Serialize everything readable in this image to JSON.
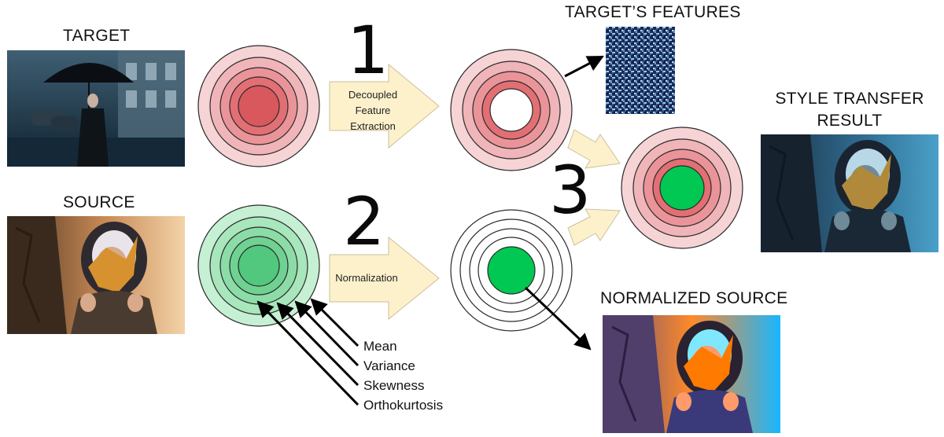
{
  "labels": {
    "target": "TARGET",
    "source": "SOURCE",
    "targets_features": "TARGET’S FEATURES",
    "style_transfer_line1": "STYLE TRANSFER",
    "style_transfer_line2": "RESULT",
    "normalized_source": "NORMALIZED SOURCE"
  },
  "steps": {
    "step1": "1",
    "step2": "2",
    "step3": "3"
  },
  "arrows": {
    "decoupled_line1": "Decoupled",
    "decoupled_line2": "Feature",
    "decoupled_line3": "Extraction",
    "normalization": "Normalization"
  },
  "statistics": [
    "Mean",
    "Variance",
    "Skewness",
    "Orthokurtosis"
  ],
  "colors": {
    "pink_fill": "#f4c9cc",
    "red_core": "#e0595e",
    "green_ring": "#b4e8c4",
    "green_core": "#00c853",
    "arrow_fill": "#fdf1cc",
    "ring_stroke": "#2a2a2a"
  }
}
